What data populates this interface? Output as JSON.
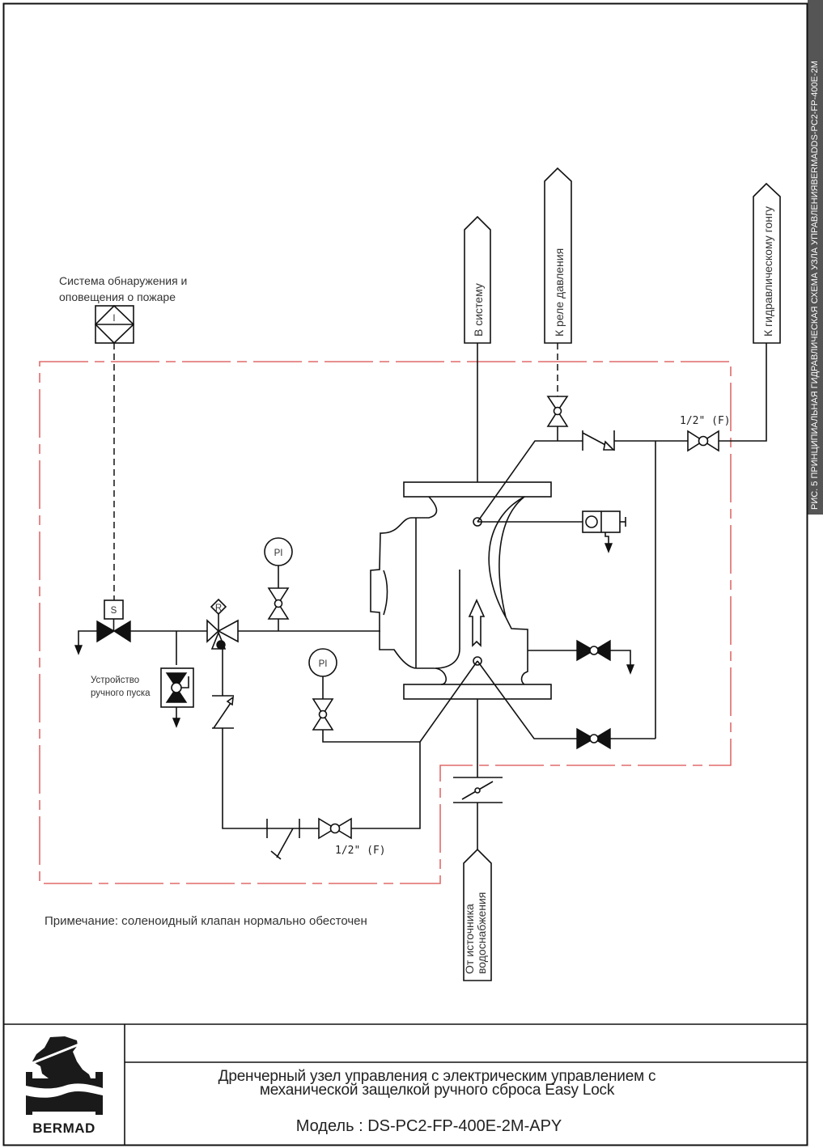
{
  "side_title": "РИС. 5 ПРИНЦИПИАЛЬНАЯ ГИДРАВЛИЧЕСКАЯ СХЕМА УЗЛА УПРАВЛЕНИЯBERMADDS-PC2-FP-400E-2M",
  "labels": {
    "fire_detection_line1": "Система обнаружения и",
    "fire_detection_line2": "оповещения о пожаре",
    "to_system": "В систему",
    "to_pressure_switch": "К реле давления",
    "to_hydraulic_gong": "К гидравлическому гонгу",
    "from_water_source_line1": "От источника",
    "from_water_source_line2": "водоснабжения",
    "manual_release_line1": "Устройство",
    "manual_release_line2": "ручного пуска",
    "solenoid_tag": "S",
    "relay_tag": "R",
    "pressure_gauge_tag": "PI",
    "valve_size_top": "1/2\" (F)",
    "valve_size_bottom": "1/2\" (F)",
    "fire_panel_tag": "I"
  },
  "note": "Примечание: соленоидный клапан нормально обесточен",
  "title_block": {
    "logo": "BERMAD",
    "title_line1": "Дренчерный узел управления с электрическим управлением с",
    "title_line2": "механической защелкой ручного сброса Easy Lock",
    "model": "Модель : DS-PC2-FP-400E-2M-APY"
  },
  "colors": {
    "enclosure_boundary": "#e06a6a",
    "side_strip": "#555555"
  }
}
